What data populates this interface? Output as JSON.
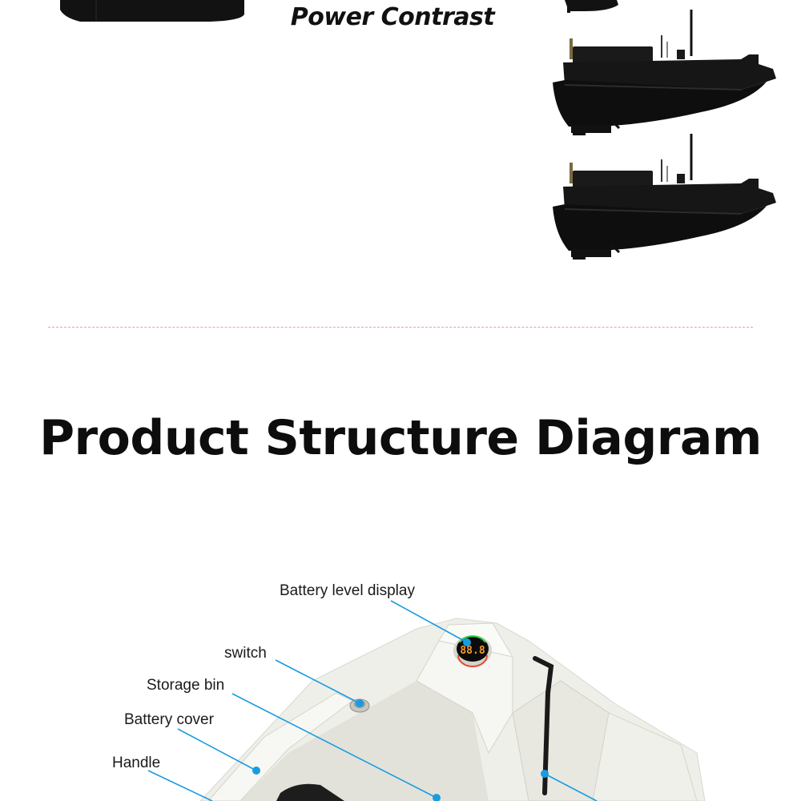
{
  "comparison": {
    "heading": "Power Contrast"
  },
  "section": {
    "title": "Product Structure Diagram"
  },
  "diagram": {
    "callouts": [
      {
        "label": "Battery level display"
      },
      {
        "label": "switch"
      },
      {
        "label": "Storage bin"
      },
      {
        "label": "Battery cover"
      },
      {
        "label": "Handle"
      }
    ],
    "display_readout": "88.8"
  },
  "colors": {
    "accent_callout": "#1a9be0",
    "hull_dark": "#121212",
    "hull_light": "#eeeee8",
    "divider": "#e7a0a0"
  },
  "icons": [
    "boat-image",
    "battery-display-icon",
    "switch-button-icon"
  ]
}
